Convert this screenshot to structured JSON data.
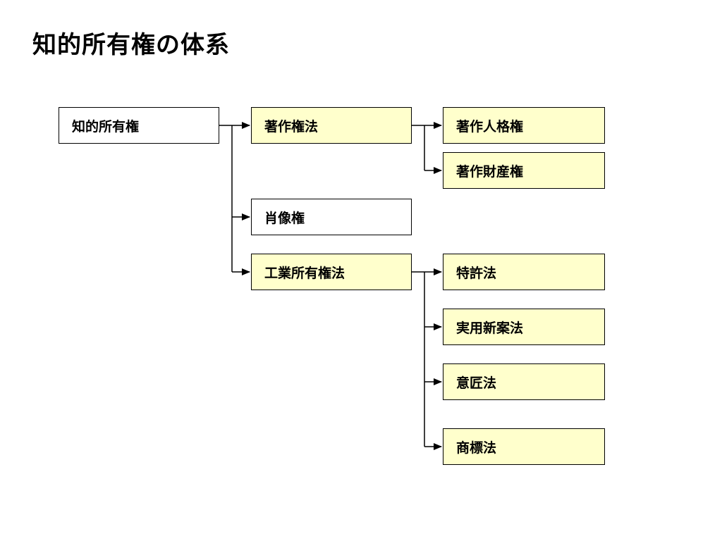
{
  "title": "知的所有権の体系",
  "colors": {
    "box_plain": "#ffffff",
    "box_highlight": "#ffffcc",
    "border": "#000000",
    "line": "#000000"
  },
  "tree": {
    "root": "知的所有権",
    "level1": [
      {
        "label": "著作権法",
        "highlight": true,
        "children": [
          "著作人格権",
          "著作財産権"
        ]
      },
      {
        "label": "肖像権",
        "highlight": false,
        "children": []
      },
      {
        "label": "工業所有権法",
        "highlight": true,
        "children": [
          "特許法",
          "実用新案法",
          "意匠法",
          "商標法"
        ]
      }
    ]
  }
}
